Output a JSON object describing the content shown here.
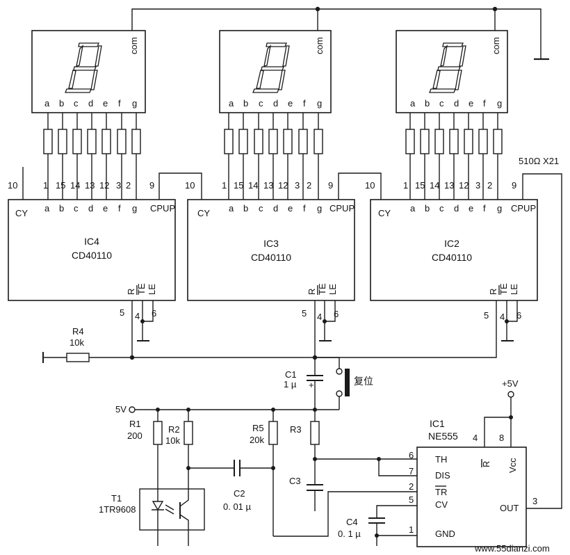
{
  "displays": [
    {
      "seg_labels": [
        "a",
        "b",
        "c",
        "d",
        "e",
        "f",
        "g"
      ],
      "com_label": "com"
    },
    {
      "seg_labels": [
        "a",
        "b",
        "c",
        "d",
        "e",
        "f",
        "g"
      ],
      "com_label": "com"
    },
    {
      "seg_labels": [
        "a",
        "b",
        "c",
        "d",
        "e",
        "f",
        "g"
      ],
      "com_label": "com"
    }
  ],
  "counters": [
    {
      "ref": "IC4",
      "part": "CD40110",
      "cy": "CY",
      "cpup": "CPUP",
      "r": "R",
      "te": "TE",
      "le": "LE",
      "pin_cy": "10",
      "pin_cpup": "9",
      "pin_r": "5",
      "pin_te": "4",
      "pin_le": "6",
      "seg_pins": [
        "1",
        "15",
        "14",
        "13",
        "12",
        "3",
        "2"
      ],
      "seg_names": [
        "a",
        "b",
        "c",
        "d",
        "e",
        "f",
        "g"
      ]
    },
    {
      "ref": "IC3",
      "part": "CD40110",
      "cy": "CY",
      "cpup": "CPUP",
      "r": "R",
      "te": "TE",
      "le": "LE",
      "pin_cy": "10",
      "pin_cpup": "9",
      "pin_r": "5",
      "pin_te": "4",
      "pin_le": "6",
      "seg_pins": [
        "1",
        "15",
        "14",
        "13",
        "12",
        "3",
        "2"
      ],
      "seg_names": [
        "a",
        "b",
        "c",
        "d",
        "e",
        "f",
        "g"
      ]
    },
    {
      "ref": "IC2",
      "part": "CD40110",
      "cy": "CY",
      "cpup": "CPUP",
      "r": "R",
      "te": "TE",
      "le": "LE",
      "pin_cy": "10",
      "pin_cpup": "9",
      "pin_r": "5",
      "pin_te": "4",
      "pin_le": "6",
      "seg_pins": [
        "1",
        "15",
        "14",
        "13",
        "12",
        "3",
        "2"
      ],
      "seg_names": [
        "a",
        "b",
        "c",
        "d",
        "e",
        "f",
        "g"
      ]
    }
  ],
  "resistor_array_label": "510Ω X21",
  "r4": {
    "ref": "R4",
    "value": "10k"
  },
  "c1": {
    "ref": "C1",
    "value": "1 µ",
    "plus": "+"
  },
  "reset": {
    "label": "复位"
  },
  "supply_5v": "5V",
  "r1": {
    "ref": "R1",
    "value": "200"
  },
  "r2": {
    "ref": "R2",
    "value": "10k"
  },
  "r5": {
    "ref": "R5",
    "value": "20k"
  },
  "r3": {
    "ref": "R3"
  },
  "c2": {
    "ref": "C2",
    "value": "0. 01 µ"
  },
  "c3": {
    "ref": "C3"
  },
  "c4": {
    "ref": "C4",
    "value": "0. 1 µ"
  },
  "t1": {
    "ref": "T1",
    "part": "1TR9608"
  },
  "ne555": {
    "ref": "IC1",
    "part": "NE555",
    "vcc_label": "+5V",
    "pins": {
      "th": "TH",
      "dis": "DIS",
      "tr": "TR",
      "cv": "CV",
      "gnd": "GND",
      "out": "OUT",
      "r": "R",
      "vcc": "Vcc"
    },
    "pin_numbers": {
      "th": "6",
      "dis": "7",
      "tr": "2",
      "cv": "5",
      "gnd": "1",
      "out": "3",
      "r": "4",
      "vcc": "8"
    }
  },
  "watermark": "www.55dianzi.com"
}
